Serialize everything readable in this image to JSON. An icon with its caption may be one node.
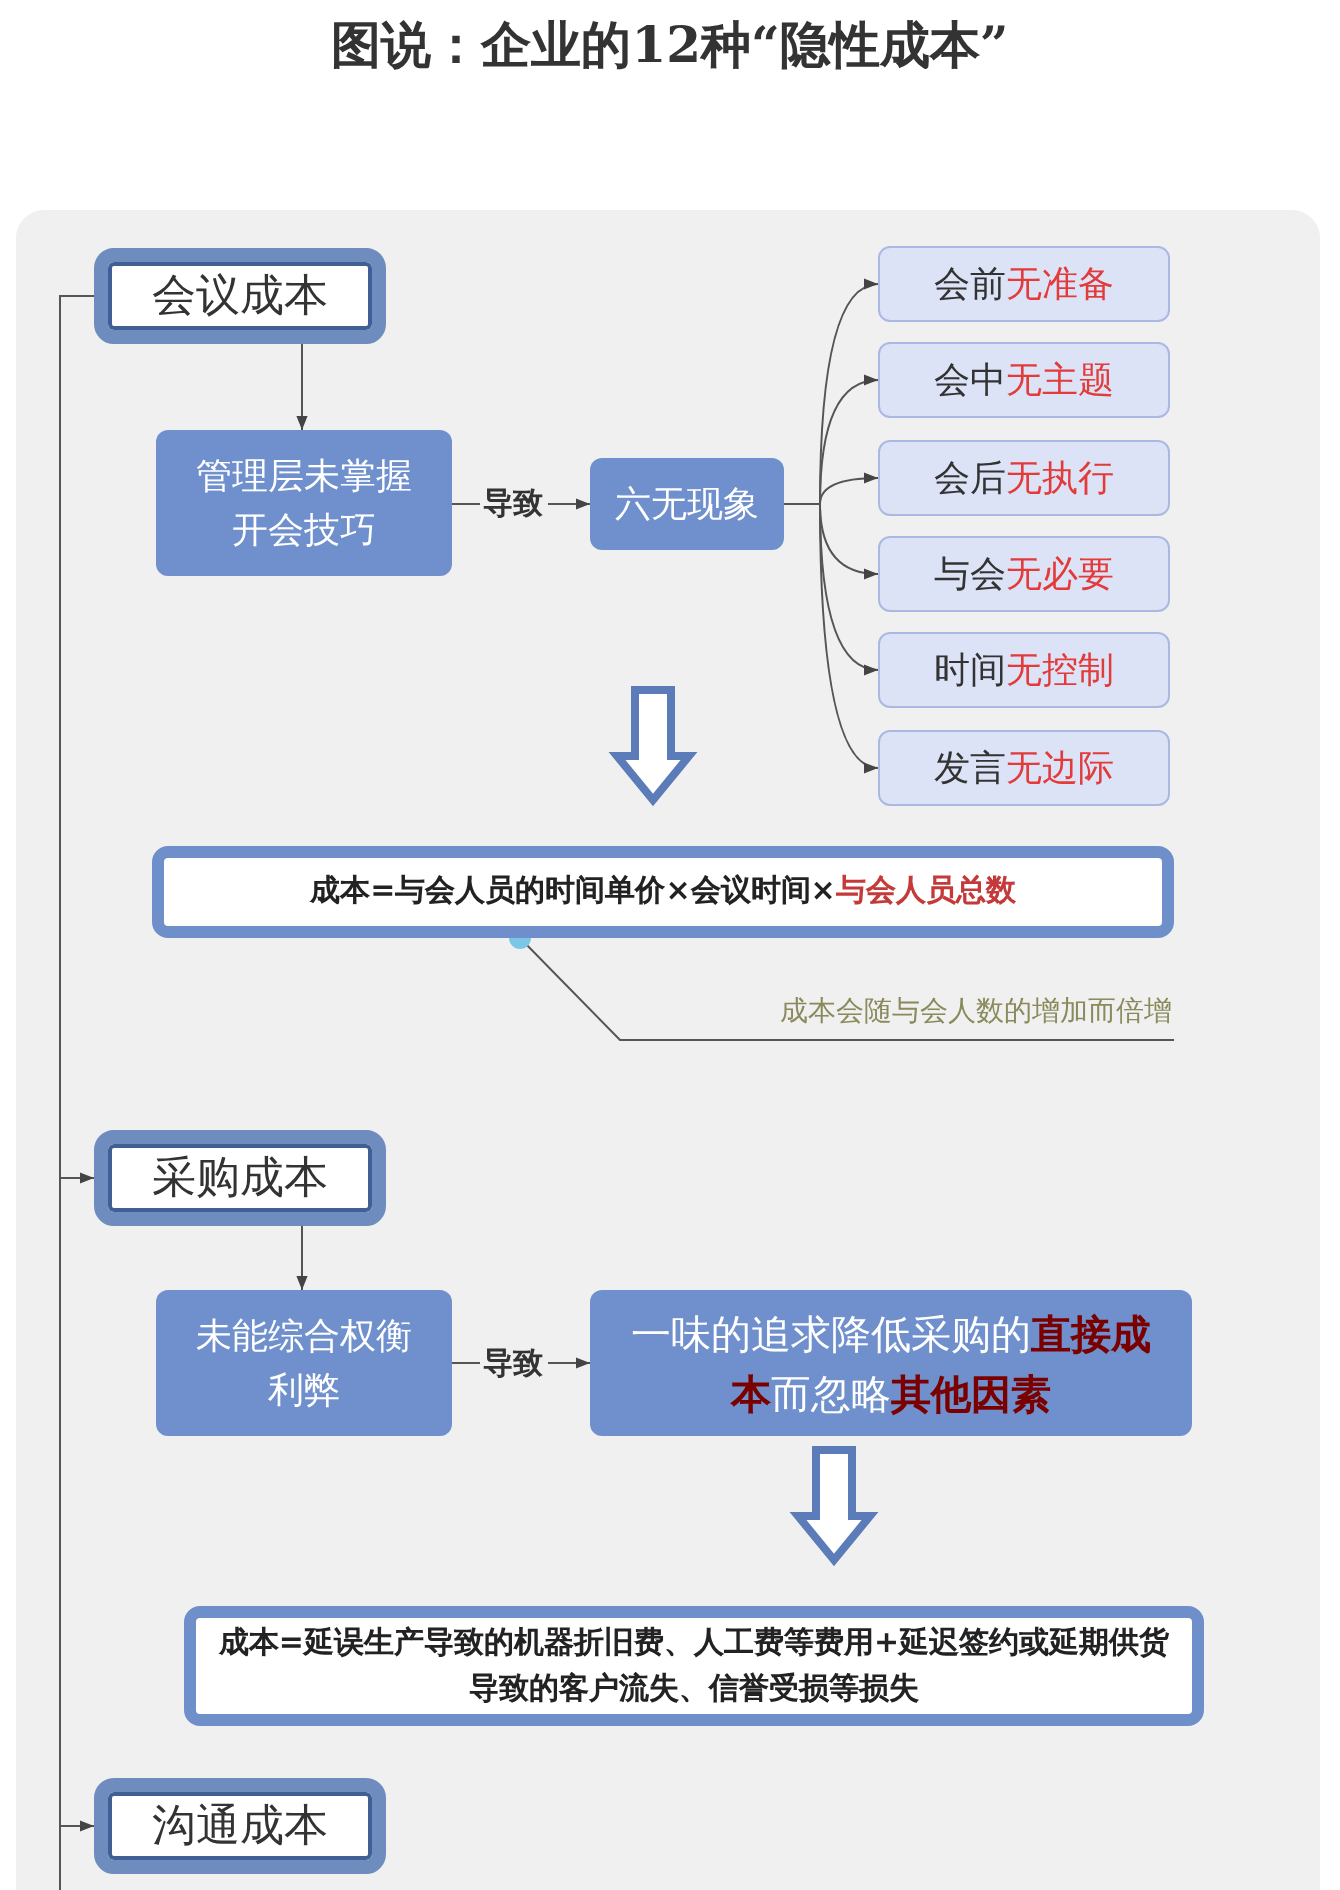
{
  "diagram": {
    "title": "图说：企业的12种“隐性成本”",
    "nodes": [
      {
        "text": [
          "会议成本"
        ]
      },
      {
        "text": [
          "管理层未掌握开会技巧"
        ]
      },
      {
        "text": [
          "六无现象"
        ]
      },
      {
        "text": [
          "会前**无准备**"
        ]
      },
      {
        "text": [
          "会中**无主题**"
        ]
      },
      {
        "text": [
          "会后**无执行**"
        ]
      },
      {
        "text": [
          "与会**无必要**"
        ]
      },
      {
        "text": [
          "时间**无控制**"
        ]
      },
      {
        "text": [
          "发言**无边际**"
        ]
      },
      {
        "text": [
          "成本=与会人员的时间单价×会议时间×**与会人员总数**"
        ]
      },
      {
        "text": [
          "成本会随与会人数的增加而倍增"
        ]
      },
      {
        "text": [
          "采购成本"
        ]
      },
      {
        "text": [
          "未能综合权衡利弊"
        ]
      },
      {
        "text": [
          "一味的追求降低采购的**直接成本**而忽略**其他因素**"
        ]
      },
      {
        "text": [
          "成本=延误生产导致的机器折旧费、人工费等费用+延迟签约或延期供货导致的客户流失、信誉受损等损失"
        ]
      },
      {
        "text": [
          "沟通成本"
        ]
      }
    ],
    "edges": [
      {
        "from": 0,
        "to": 1,
        "arrow": "to"
      },
      {
        "from": 1,
        "to": 2,
        "arrow": "to",
        "label": "导致"
      },
      {
        "from": 2,
        "to": 3,
        "arrow": "to"
      },
      {
        "from": 2,
        "to": 4,
        "arrow": "to"
      },
      {
        "from": 2,
        "to": 5,
        "arrow": "to"
      },
      {
        "from": 2,
        "to": 6,
        "arrow": "to"
      },
      {
        "from": 2,
        "to": 7,
        "arrow": "to"
      },
      {
        "from": 2,
        "to": 8,
        "arrow": "to"
      },
      {
        "from": null,
        "to": 9,
        "arrow": "to",
        "style": "thick"
      },
      {
        "from": 10,
        "to": 9,
        "arrow": "other"
      },
      {
        "from": 0,
        "to": 11,
        "arrow": "to"
      },
      {
        "from": 11,
        "to": 12,
        "arrow": "to"
      },
      {
        "from": 12,
        "to": 13,
        "arrow": "to",
        "label": "导致"
      },
      {
        "from": null,
        "to": 14,
        "arrow": "to",
        "style": "thick"
      },
      {
        "from": 0,
        "to": 15,
        "arrow": "to"
      }
    ]
  }
}
